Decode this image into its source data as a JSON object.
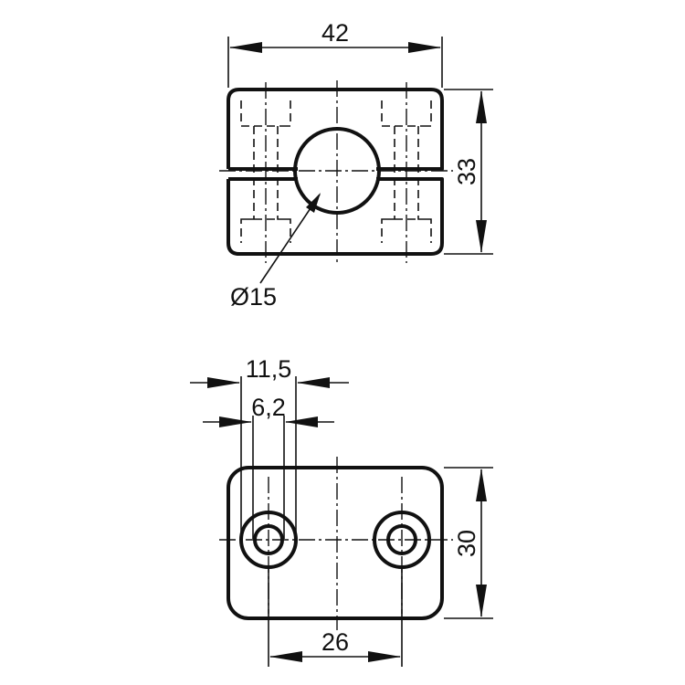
{
  "top_view": {
    "width_label": "42",
    "height_label": "33",
    "hole_diameter_label": "Ø15"
  },
  "bottom_view": {
    "hole_spacing_label": "26",
    "height_label": "30",
    "counterbore_label": "11,5",
    "hole_label": "6,2"
  }
}
